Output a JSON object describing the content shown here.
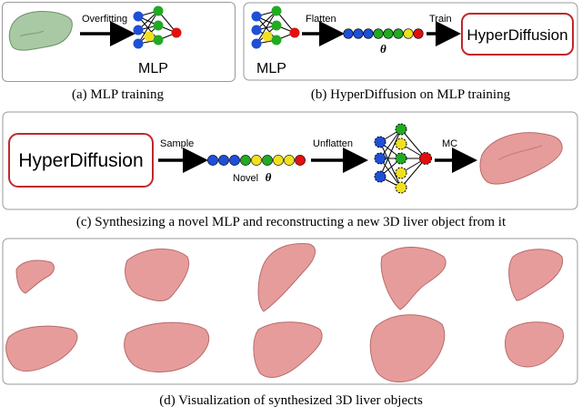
{
  "panel_a": {
    "arrow_label": "Overfitting",
    "network_label": "MLP",
    "caption": "(a) MLP training"
  },
  "panel_b": {
    "flatten_label": "Flatten",
    "theta_label": "θ",
    "train_label": "Train",
    "model_box": "HyperDiffusion",
    "network_label": "MLP",
    "caption": "(b) HyperDiffusion on MLP training"
  },
  "panel_c": {
    "model_box": "HyperDiffusion",
    "sample_label": "Sample",
    "novel_theta_prefix": "Novel",
    "novel_theta_symbol": "θ",
    "unflatten_label": "Unflatten",
    "mc_label": "MC",
    "caption": "(c) Synthesizing a novel MLP and reconstructing a new 3D liver object from it"
  },
  "panel_d": {
    "caption": "(d) Visualization of synthesized 3D liver objects"
  },
  "colors": {
    "node_blue": "#1f4fd6",
    "node_green": "#22aa22",
    "node_yellow": "#f0e020",
    "node_red": "#e01010",
    "box_border": "#c0282d",
    "liver_input": "#a9c9a4",
    "liver_output": "#e79c9c"
  },
  "icons": [
    "mlp-network-icon",
    "liver-shape-icon",
    "arrow-right-icon"
  ]
}
